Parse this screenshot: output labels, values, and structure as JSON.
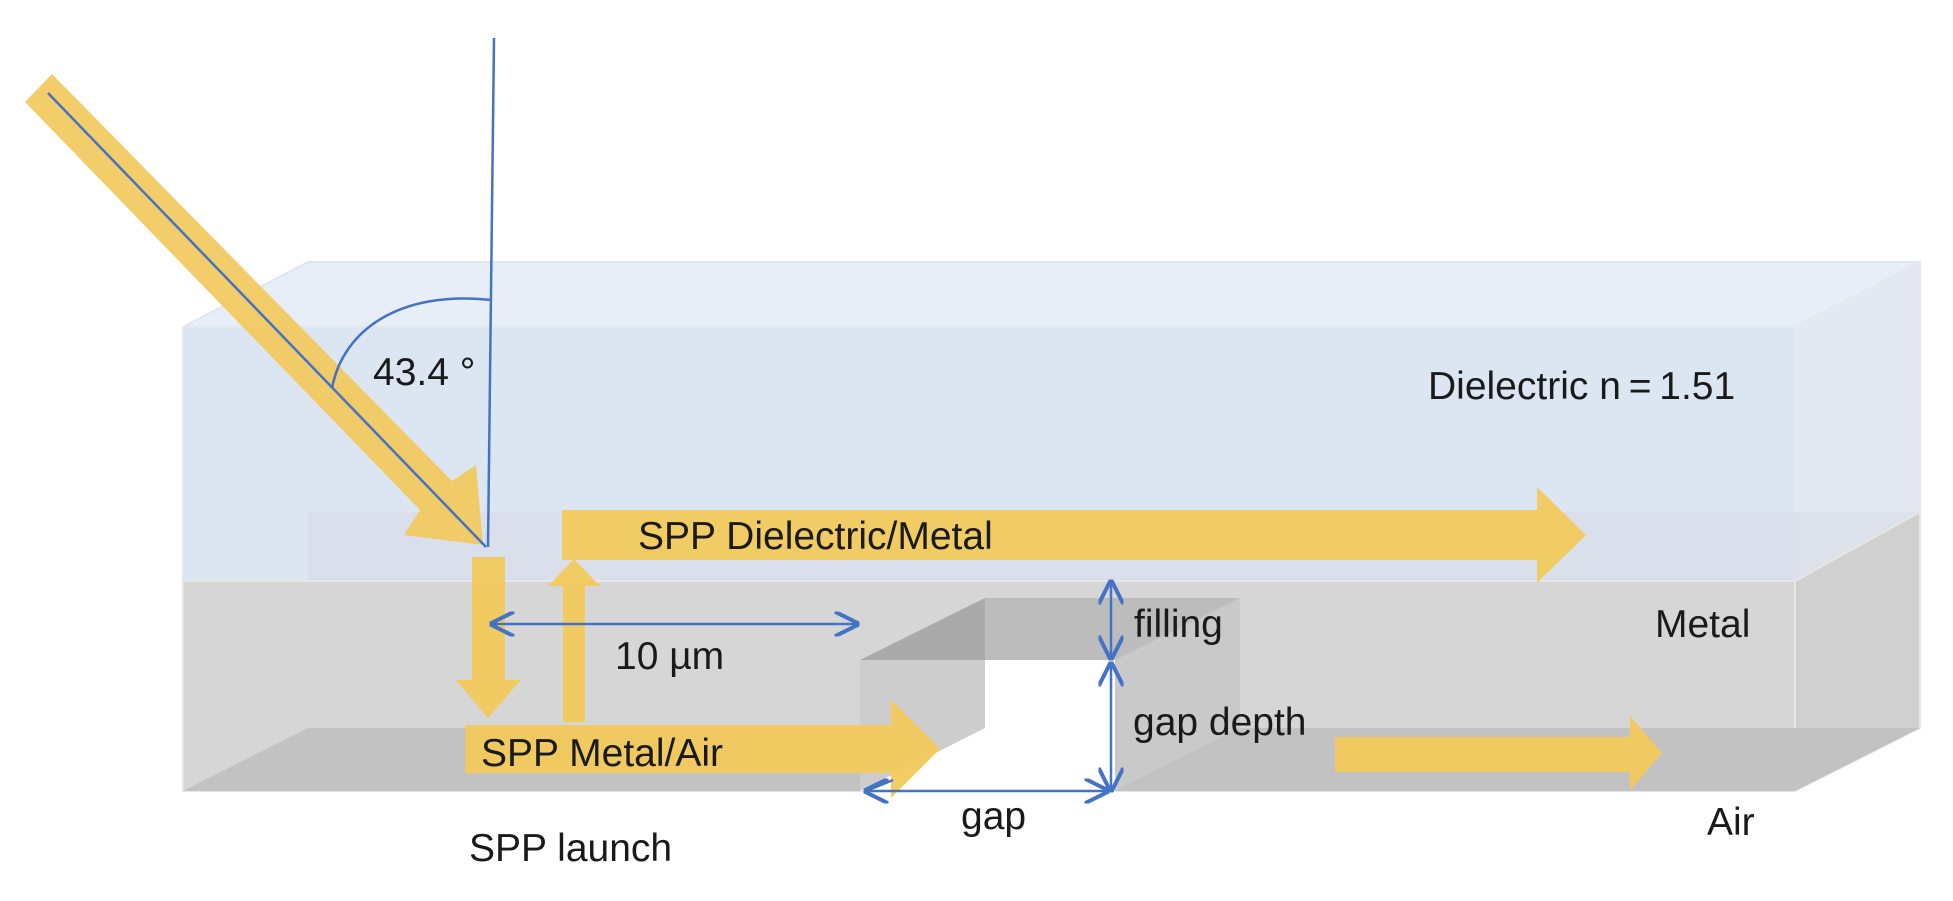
{
  "diagram": {
    "angle_label": "43.4 °",
    "dielectric_label": "Dielectric n = 1.51",
    "spp_dielectric_metal_label": "SPP Dielectric/Metal",
    "metal_label": "Metal",
    "filling_label": "filling",
    "distance_label": "10 µm",
    "gap_depth_label": "gap depth",
    "spp_metal_air_label": "SPP Metal/Air",
    "gap_label": "gap",
    "air_label": "Air",
    "spp_launch_label": "SPP launch",
    "colors": {
      "beam": "#f2c95c",
      "line": "#4472c4",
      "dielectric": "#dce6f3",
      "metal": "#d6d6d6",
      "metal_dark": "#bdbdbd"
    }
  }
}
